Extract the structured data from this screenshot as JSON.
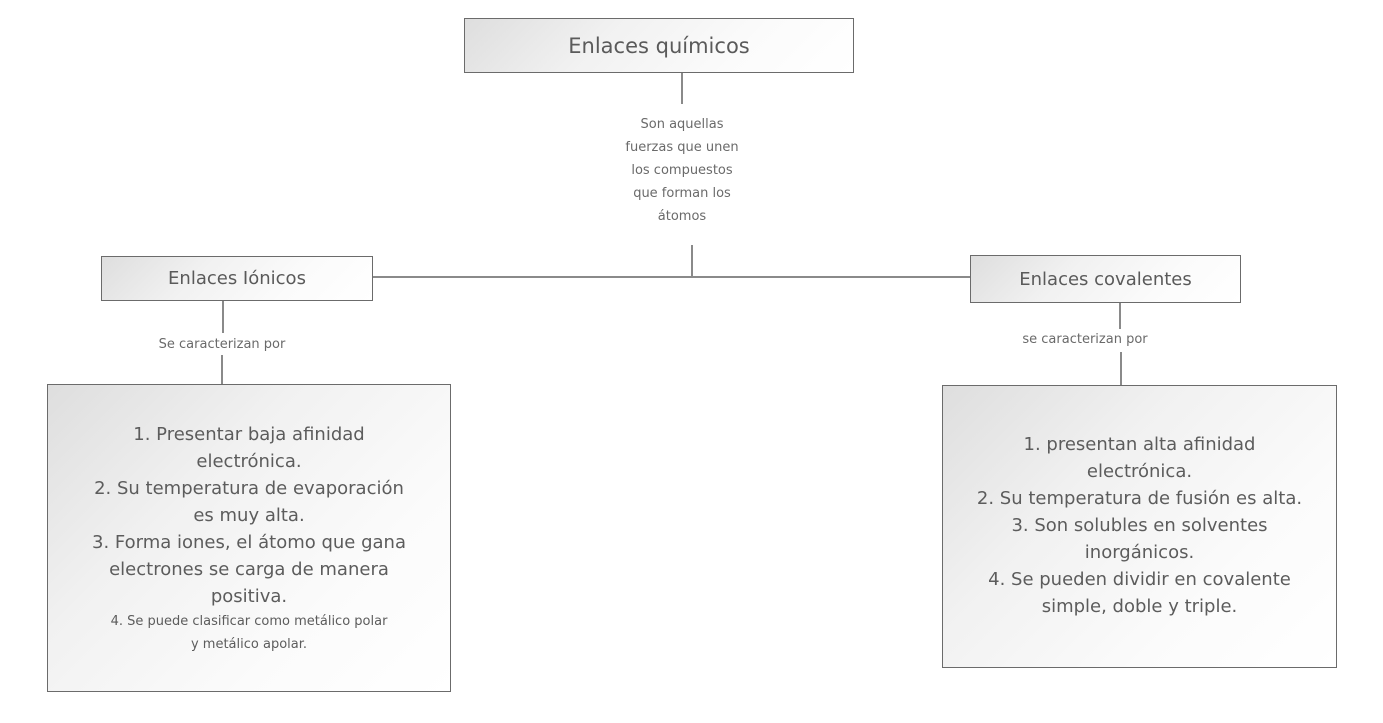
{
  "root": {
    "label": "Enlaces químicos"
  },
  "root_link": {
    "lines": [
      "Son aquellas",
      "fuerzas que unen",
      "los compuestos",
      "que forman los",
      "átomos"
    ]
  },
  "left": {
    "label": "Enlaces Iónicos",
    "link": "Se caracterizan por",
    "items": [
      [
        "1. Presentar baja afinidad",
        "electrónica."
      ],
      [
        "2. Su temperatura de evaporación",
        "es muy alta."
      ],
      [
        "3. Forma iones, el átomo que gana",
        "electrones se carga de manera",
        "positiva."
      ],
      [
        "4. Se puede clasificar como metálico polar",
        "y metálico apolar."
      ]
    ]
  },
  "right": {
    "label": "Enlaces covalentes",
    "link": "se caracterizan por",
    "items": [
      [
        "1. presentan alta afinidad",
        "electrónica."
      ],
      [
        "2. Su temperatura de fusión es alta."
      ],
      [
        "3. Son solubles en solventes",
        "inorgánicos."
      ],
      [
        "4. Se pueden dividir en covalente",
        "simple, doble y triple."
      ]
    ]
  }
}
